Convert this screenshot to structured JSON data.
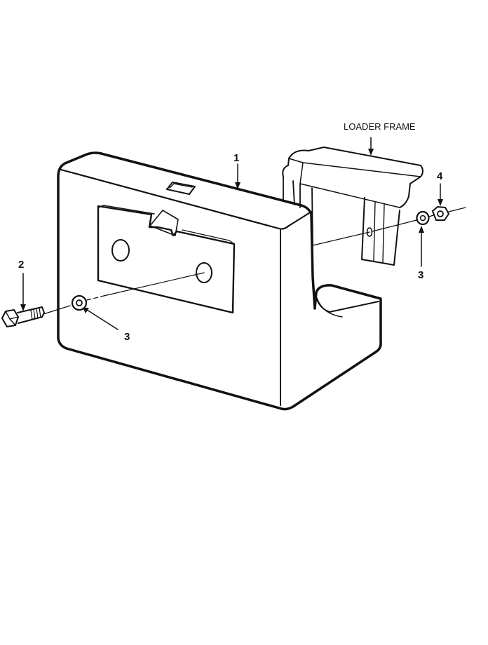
{
  "labels": {
    "frame": "LOADER FRAME",
    "callout_1": "1",
    "callout_2": "2",
    "callout_3_left": "3",
    "callout_3_right": "3",
    "callout_4": "4"
  },
  "colors": {
    "ink": "#111111",
    "paper": "#ffffff"
  }
}
